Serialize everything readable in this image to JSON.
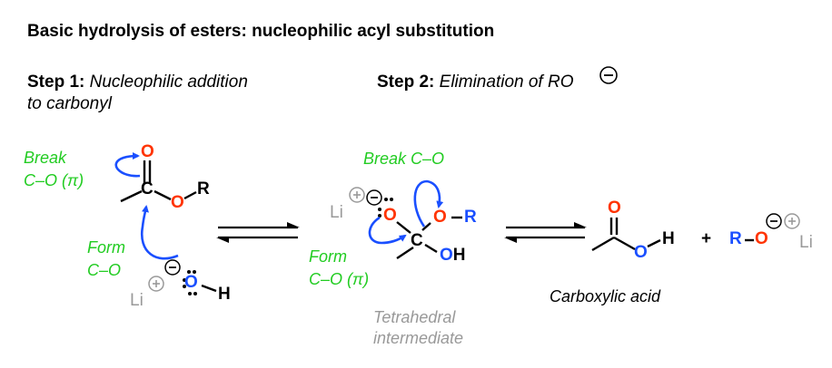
{
  "title": "Basic hydrolysis of esters: nucleophilic acyl substitution",
  "step1": {
    "label": "Step 1:",
    "text_line1": "Nucleophilic addition",
    "text_line2": "to carbonyl"
  },
  "step2": {
    "label": "Step 2:",
    "text": "Elimination of RO"
  },
  "labels": {
    "break_co_pi_1": "Break",
    "break_co_pi_2": "C–O (π)",
    "form_co_1": "Form",
    "form_co_2": "C–O",
    "break_co": "Break C–O",
    "form_co_pi_1": "Form",
    "form_co_pi_2": "C–O (π)",
    "tetrahedral_1": "Tetrahedral",
    "tetrahedral_2": "intermediate",
    "carboxylic_acid": "Carboxylic acid",
    "plus": "+"
  },
  "atoms": {
    "O": "O",
    "C": "C",
    "R": "R",
    "H": "H",
    "OH": "OH",
    "Li": "Li"
  },
  "colors": {
    "green": "#22cc22",
    "red": "#ff3300",
    "blue": "#1a4fff",
    "gray": "#999999",
    "black": "#000000"
  },
  "icons": {
    "negative_charge": "circled-minus-icon",
    "positive_charge": "circled-plus-icon",
    "equilibrium": "equilibrium-arrows-icon",
    "curved_arrow": "curved-arrow-icon"
  }
}
